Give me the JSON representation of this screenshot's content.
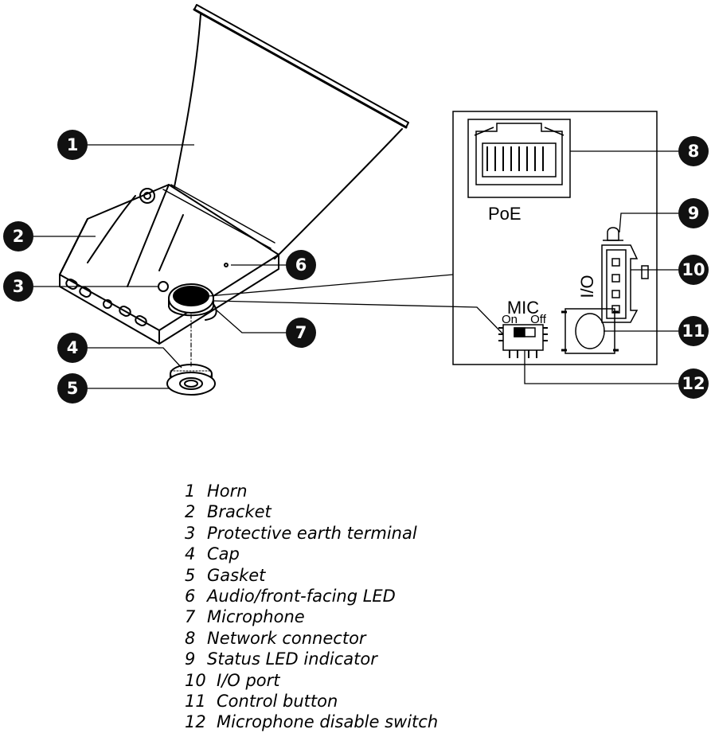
{
  "panel": {
    "connector_label": "PoE",
    "io_label": "I/O",
    "mic_label": "MIC",
    "switch_on": "On",
    "switch_off": "Off"
  },
  "callouts": [
    "1",
    "2",
    "3",
    "4",
    "5",
    "6",
    "7",
    "8",
    "9",
    "10",
    "11",
    "12"
  ],
  "legend": [
    {
      "num": "1",
      "label": "Horn"
    },
    {
      "num": "2",
      "label": "Bracket"
    },
    {
      "num": "3",
      "label": "Protective earth terminal"
    },
    {
      "num": "4",
      "label": "Cap"
    },
    {
      "num": "5",
      "label": "Gasket"
    },
    {
      "num": "6",
      "label": "Audio/front-facing LED"
    },
    {
      "num": "7",
      "label": "Microphone"
    },
    {
      "num": "8",
      "label": "Network connector"
    },
    {
      "num": "9",
      "label": "Status LED indicator"
    },
    {
      "num": "10",
      "label": "I/O port"
    },
    {
      "num": "11",
      "label": "Control button"
    },
    {
      "num": "12",
      "label": "Microphone disable switch"
    }
  ]
}
